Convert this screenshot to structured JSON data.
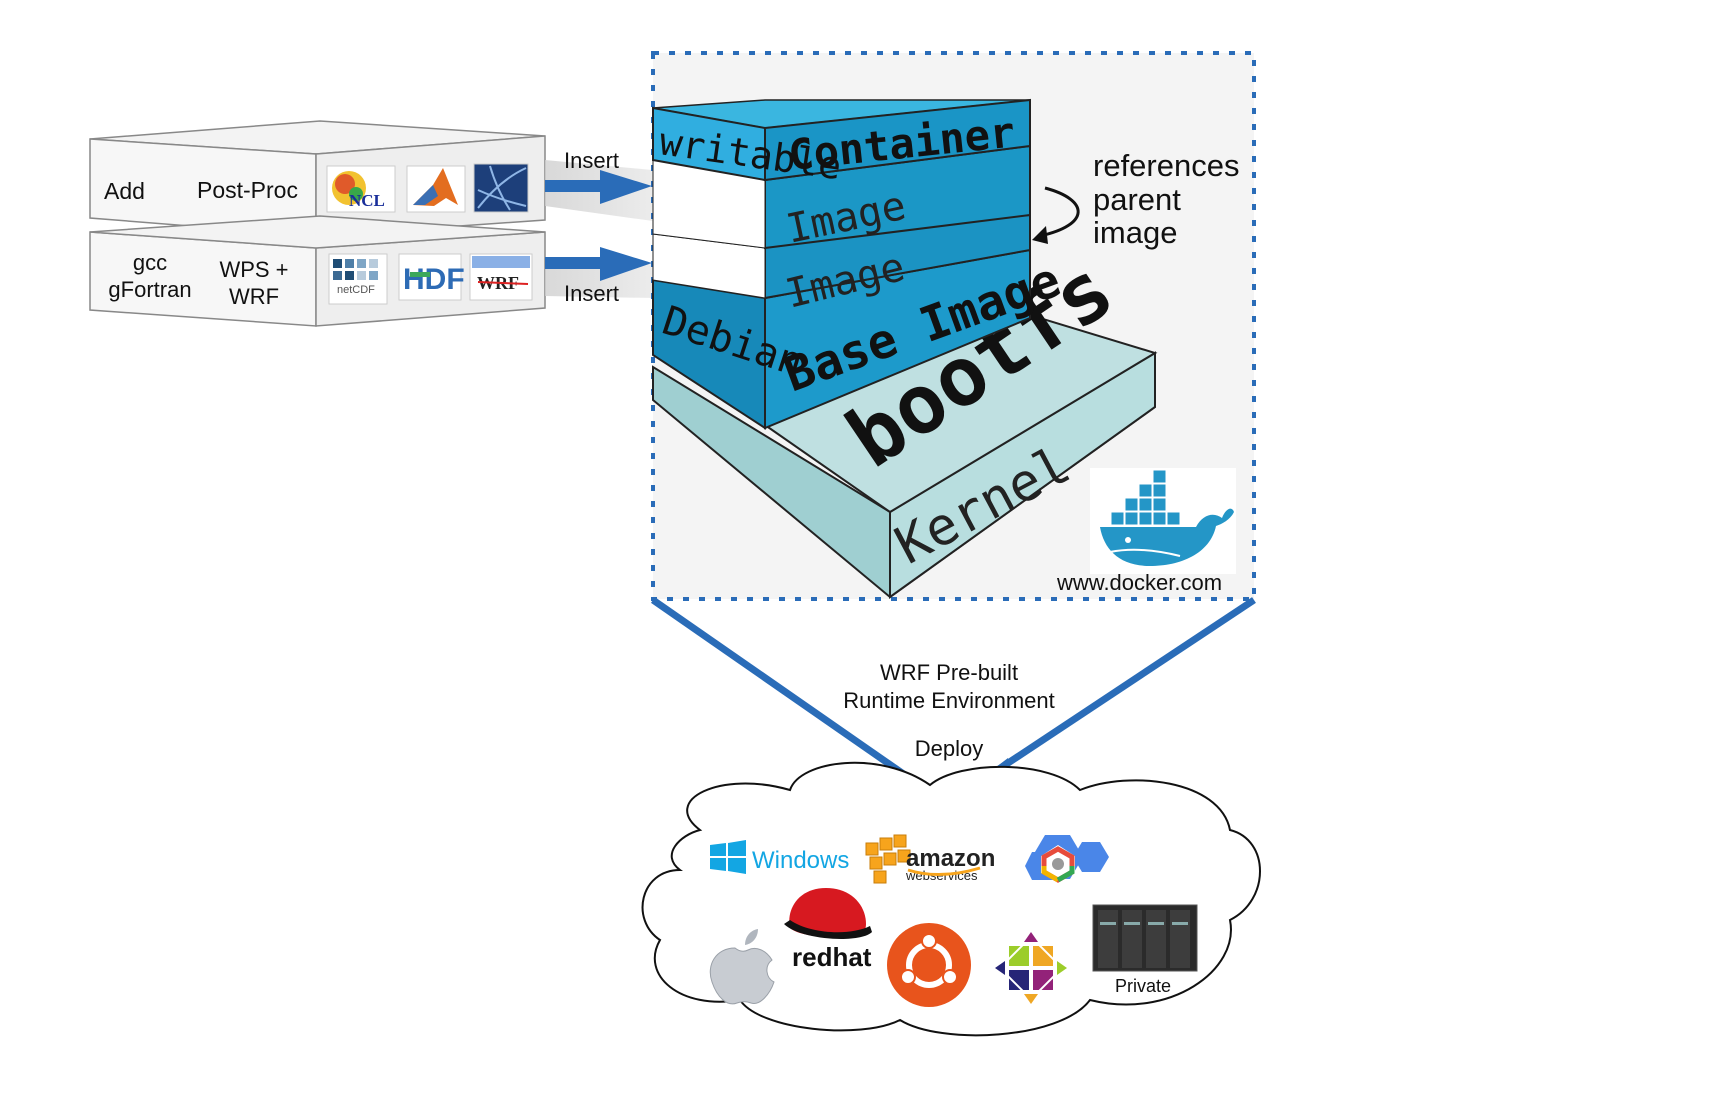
{
  "left_layers": {
    "top": {
      "col1": "Add",
      "col2": "Post-Proc",
      "icons": [
        "ncl-icon",
        "matlab-icon",
        "paraview-icon"
      ],
      "ncl_label": "NCL"
    },
    "bottom": {
      "col1_line1": "gcc",
      "col1_line2": "gFortran",
      "col2_line1": "WPS +",
      "col2_line2": "WRF",
      "icons": [
        "netcdf-icon",
        "hdf-icon",
        "wrf-icon"
      ],
      "netcdf_label": "netCDF",
      "hdf_label": "HDF",
      "wrf_label": "WRF"
    }
  },
  "arrows": {
    "insert_top": "Insert",
    "insert_bottom": "Insert"
  },
  "stack": {
    "writable": "writable",
    "container": "Container",
    "image1": "Image",
    "image2": "Image",
    "debian": "Debian",
    "base_image": "Base Image",
    "bootfs": "bootfs",
    "kernel": "Kernel"
  },
  "references": {
    "line1": "references",
    "line2": "parent",
    "line3": "image"
  },
  "docker": {
    "url": "www.docker.com"
  },
  "deploy": {
    "line1": "WRF Pre-built",
    "line2": "Runtime Environment",
    "line3": "Deploy"
  },
  "cloud": {
    "windows": "Windows",
    "amazon_line1": "amazon",
    "amazon_line2": "webservices",
    "redhat": "redhat",
    "private": "Private",
    "icons": [
      "windows-logo",
      "aws-logo",
      "google-cloud-logo",
      "apple-logo",
      "redhat-logo",
      "ubuntu-logo",
      "centos-logo",
      "server-rack"
    ]
  },
  "colors": {
    "arrow_blue": "#2a6cb8",
    "layer_blue": "#1b97c6",
    "layer_blue_dark": "#1478a5",
    "bootfs_teal": "#aad6d8",
    "slab_gray": "#eeeeee"
  }
}
